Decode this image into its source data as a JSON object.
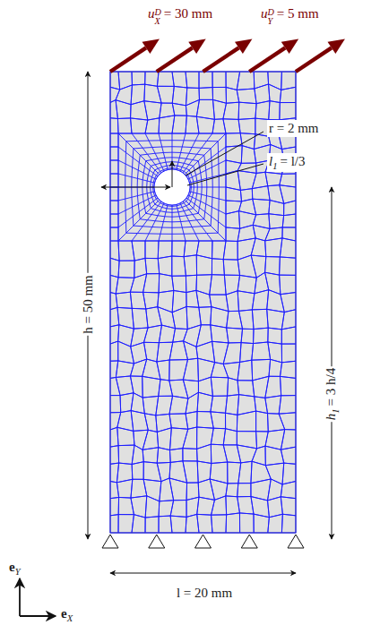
{
  "diagram": {
    "labels": [
      "u",
      "D",
      "X",
      "= 30 mm",
      "u",
      "D",
      "Y",
      "= 5 mm",
      "r = 2 mm",
      "l",
      "1",
      "= l/3",
      "h = 50 mm",
      "h",
      "1",
      "= 3 h/4",
      "l = 20 mm",
      "e",
      "Y",
      "e",
      "X"
    ]
  }
}
